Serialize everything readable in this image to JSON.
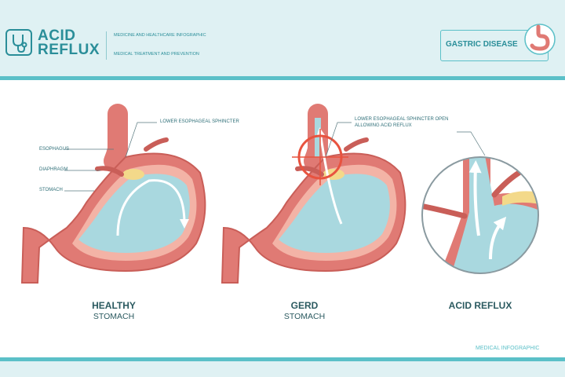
{
  "header": {
    "brand_line1": "ACID",
    "brand_line2": "REFLUX",
    "subtitle_line1": "MEDICINE AND HEALTHCARE INFOGRAPHIC",
    "subtitle_line2": "MEDICAL TREATMENT AND PREVENTION",
    "badge_label": "GASTRIC DISEASE",
    "logo_icon": "stethoscope-icon",
    "badge_icon": "stomach-icon"
  },
  "labels": {
    "esophagus": "ESOPHAGUS",
    "diaphragm": "DIAPHRAGM",
    "stomach": "STOMACH",
    "les": "LOWER ESOPHAGEAL SPHINCTER",
    "les_open_line1": "LOWER ESOPHAGEAL SPHINCTER OPEN",
    "les_open_line2": "ALLOWING ACID REFLUX"
  },
  "captions": {
    "healthy_main": "HEALTHY",
    "healthy_sub": "STOMACH",
    "gerd_main": "GERD",
    "gerd_sub": "STOMACH",
    "reflux_main": "ACID REFLUX"
  },
  "footer": {
    "text": "MEDICAL INFOGRAPHIC"
  },
  "colors": {
    "accent": "#5bc0c8",
    "brand": "#2a8e99",
    "tissue": "#e07a74",
    "tissue_light": "#f3b3a6",
    "acid": "#a9d8df",
    "fat": "#f3d98a",
    "alert": "#e8533f"
  }
}
